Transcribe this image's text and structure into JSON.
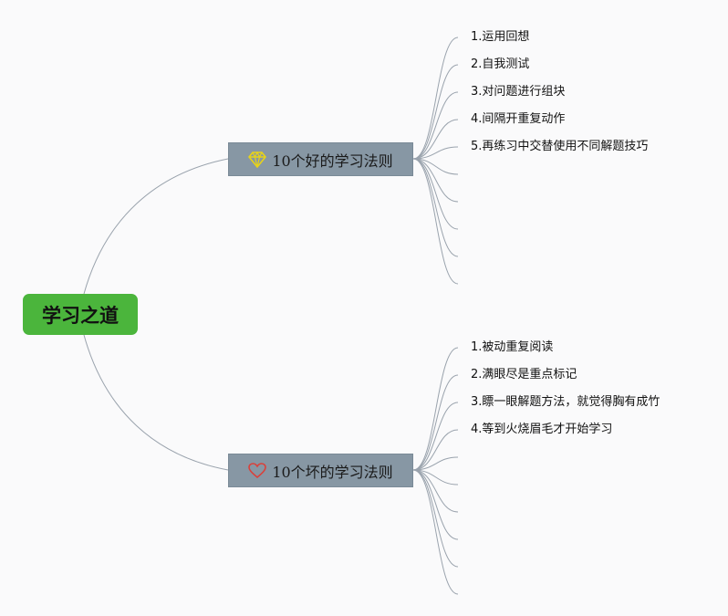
{
  "root": {
    "label": "学习之道"
  },
  "branches": [
    {
      "label": "10个好的学习法则",
      "icon": "diamond-icon",
      "items": [
        "1.运用回想",
        "2.自我测试",
        "3.对问题进行组块",
        "4.间隔开重复动作",
        "5.再练习中交替使用不同解题技巧",
        "",
        "",
        "",
        "",
        ""
      ]
    },
    {
      "label": "10个坏的学习法则",
      "icon": "heart-icon",
      "items": [
        "1.被动重复阅读",
        "2.满眼尽是重点标记",
        "3.瞟一眼解题方法，就觉得胸有成竹",
        "4.等到火烧眉毛才开始学习",
        "",
        "",
        "",
        "",
        "",
        ""
      ]
    }
  ],
  "colors": {
    "root": "#4bb53c",
    "branch": "#8797a4",
    "line": "#9aa3ad",
    "diamond": "#e8d318",
    "heart": "#d9413b"
  }
}
